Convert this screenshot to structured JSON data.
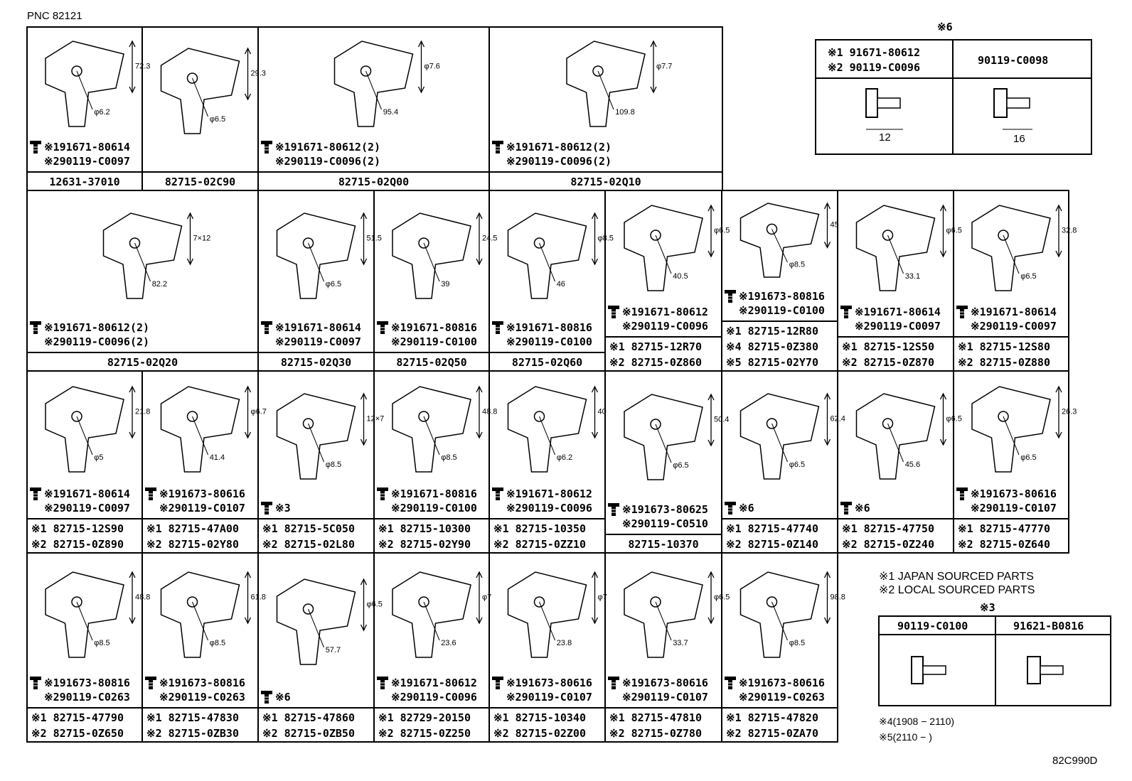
{
  "pnc": "PNC 82121",
  "drawing_code": "82C990D",
  "sources_legend": {
    "line1": "※1 JAPAN SOURCED PARTS",
    "line2": "※2 LOCAL SOURCED PARTS"
  },
  "notes": {
    "note4": "※4(1908 − 2110)",
    "note5": "※5(2110 −       )"
  },
  "table6": {
    "marker": "※6",
    "col1_line1": "※1 91671-80612",
    "col1_line2": "※2 90119-C0096",
    "col2": "90119-C0098",
    "dim1": "12",
    "dim2": "16"
  },
  "table3": {
    "marker": "※3",
    "col1": "90119-C0100",
    "col2": "91621-B0816"
  },
  "cells": [
    {
      "bolt1": "※191671-80614",
      "bolt2": "※290119-C0097",
      "t1": "12631-37010",
      "t2": "",
      "dims": [
        "72.3",
        "φ6.2"
      ]
    },
    {
      "bolt1": "",
      "bolt2": "",
      "t1": "82715-02C90",
      "t2": "",
      "dims": [
        "29.3",
        "φ6.5"
      ]
    },
    {
      "bolt1": "※191671-80612(2)",
      "bolt2": "※290119-C0096(2)",
      "t1": "82715-02Q00",
      "t2": "",
      "dims": [
        "φ7.6",
        "95.4"
      ]
    },
    {
      "bolt1": "※191671-80612(2)",
      "bolt2": "※290119-C0096(2)",
      "t1": "82715-02Q10",
      "t2": "",
      "dims": [
        "φ7.7",
        "109.8"
      ]
    },
    {
      "bolt1": "※191671-80612(2)",
      "bolt2": "※290119-C0096(2)",
      "t1": "82715-02Q20",
      "t2": "",
      "dims": [
        "7×12",
        "82.2"
      ]
    },
    {
      "bolt1": "※191671-80614",
      "bolt2": "※290119-C0097",
      "t1": "82715-02Q30",
      "t2": "",
      "dims": [
        "51.5",
        "φ6.5"
      ]
    },
    {
      "bolt1": "※191671-80816",
      "bolt2": "※290119-C0100",
      "t1": "82715-02Q50",
      "t2": "",
      "dims": [
        "24.5",
        "39"
      ]
    },
    {
      "bolt1": "※191671-80816",
      "bolt2": "※290119-C0100",
      "t1": "82715-02Q60",
      "t2": "",
      "dims": [
        "φ8.5",
        "46"
      ]
    },
    {
      "bolt1": "※191671-80612",
      "bolt2": "※290119-C0096",
      "t1": "※1 82715-12R70",
      "t2": "※2 82715-0Z860",
      "dims": [
        "φ6.5",
        "40.5"
      ]
    },
    {
      "bolt1": "※191673-80816",
      "bolt2": "※290119-C0100",
      "t1": "※1 82715-12R80",
      "t2": "※4 82715-0Z380",
      "t3": "※5 82715-02Y70",
      "dims": [
        "45",
        "φ8.5"
      ]
    },
    {
      "bolt1": "※191671-80614",
      "bolt2": "※290119-C0097",
      "t1": "※1 82715-12S50",
      "t2": "※2 82715-0Z870",
      "dims": [
        "φ6.5",
        "33.1"
      ]
    },
    {
      "bolt1": "※191671-80614",
      "bolt2": "※290119-C0097",
      "t1": "※1 82715-12S80",
      "t2": "※2 82715-0Z880",
      "dims": [
        "32.8",
        "φ6.5"
      ]
    },
    {
      "bolt1": "※191671-80614",
      "bolt2": "※290119-C0097",
      "t1": "※1 82715-12S90",
      "t2": "※2 82715-0Z890",
      "dims": [
        "21.8",
        "φ5"
      ]
    },
    {
      "bolt1": "※191673-80616",
      "bolt2": "※290119-C0107",
      "t1": "※1 82715-47A00",
      "t2": "※2 82715-02Y80",
      "dims": [
        "φ6.7",
        "41.4"
      ]
    },
    {
      "bolt1": "※3",
      "bolt2": "",
      "t1": "※1 82715-5C050",
      "t2": "※2 82715-02L80",
      "dims": [
        "12×7",
        "φ8.5"
      ]
    },
    {
      "bolt1": "※191671-80816",
      "bolt2": "※290119-C0100",
      "t1": "※1 82715-10300",
      "t2": "※2 82715-02Y90",
      "dims": [
        "48.8",
        "φ8.5"
      ]
    },
    {
      "bolt1": "※191671-80612",
      "bolt2": "※290119-C0096",
      "t1": "※1 82715-10350",
      "t2": "※2 82715-0ZZ10",
      "dims": [
        "40",
        "φ6.2"
      ]
    },
    {
      "bolt1": "※191673-80625",
      "bolt2": "※290119-C0510",
      "t1": "82715-10370",
      "t2": "",
      "dims": [
        "50.4",
        "φ6.5"
      ]
    },
    {
      "bolt1": "※6",
      "bolt2": "",
      "t1": "※1 82715-47740",
      "t2": "※2 82715-0Z140",
      "dims": [
        "62.4",
        "φ6.5"
      ]
    },
    {
      "bolt1": "※6",
      "bolt2": "",
      "t1": "※1 82715-47750",
      "t2": "※2 82715-0Z240",
      "dims": [
        "φ6.5",
        "45.6"
      ]
    },
    {
      "bolt1": "※191673-80616",
      "bolt2": "※290119-C0107",
      "t1": "※1 82715-47770",
      "t2": "※2 82715-0Z640",
      "dims": [
        "26.3",
        "φ6.5"
      ]
    },
    {
      "bolt1": "※191673-80816",
      "bolt2": "※290119-C0263",
      "t1": "※1 82715-47790",
      "t2": "※2 82715-0Z650",
      "dims": [
        "48.8",
        "φ8.5"
      ]
    },
    {
      "bolt1": "※191673-80816",
      "bolt2": "※290119-C0263",
      "t1": "※1 82715-47830",
      "t2": "※2 82715-0ZB30",
      "dims": [
        "61.8",
        "φ8.5"
      ]
    },
    {
      "bolt1": "※6",
      "bolt2": "",
      "t1": "※1 82715-47860",
      "t2": "※2 82715-0ZB50",
      "dims": [
        "φ6.5",
        "57.7"
      ]
    },
    {
      "bolt1": "※191671-80612",
      "bolt2": "※290119-C0096",
      "t1": "※1 82729-20150",
      "t2": "※2 82715-0Z250",
      "dims": [
        "φ7",
        "23.6"
      ]
    },
    {
      "bolt1": "※191673-80616",
      "bolt2": "※290119-C0107",
      "t1": "※1 82715-10340",
      "t2": "※2 82715-02Z00",
      "dims": [
        "φ7",
        "23.8"
      ]
    },
    {
      "bolt1": "※191673-80616",
      "bolt2": "※290119-C0107",
      "t1": "※1 82715-47810",
      "t2": "※2 82715-0Z780",
      "dims": [
        "φ6.5",
        "33.7"
      ]
    },
    {
      "bolt1": "※191673-80616",
      "bolt2": "※290119-C0263",
      "t1": "※1 82715-47820",
      "t2": "※2 82715-0ZA70",
      "dims": [
        "98.8",
        "φ8.5"
      ]
    }
  ]
}
